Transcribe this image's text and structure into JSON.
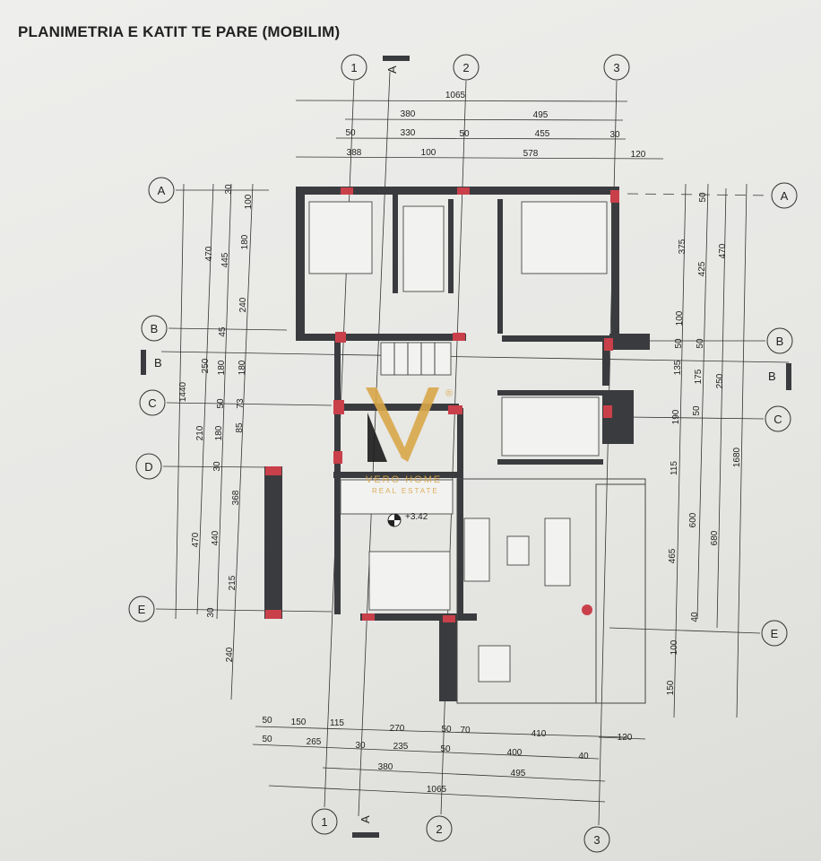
{
  "title": "PLANIMETRIA E KATIT TE PARE (MOBILIM)",
  "axes": {
    "columns": [
      "1",
      "2",
      "3"
    ],
    "rows_left": [
      "A",
      "B",
      "C",
      "D",
      "E"
    ],
    "rows_right": [
      "A",
      "B",
      "C",
      "E"
    ]
  },
  "section_markers": {
    "a": "A",
    "b": "B"
  },
  "elevation": "+3.42",
  "logo": {
    "brand": "VERO HOME",
    "tagline": "REAL ESTATE",
    "mark": "VH",
    "registered": "®",
    "color": "#d9a84a"
  },
  "dimensions": {
    "top": {
      "total": "1065",
      "axes": [
        "380",
        "495"
      ],
      "walls": [
        "50",
        "330",
        "50",
        "455",
        "30"
      ],
      "openings": [
        "388",
        "100",
        "578",
        "120"
      ]
    },
    "bottom": {
      "row1": [
        "50",
        "150",
        "115",
        "270",
        "50",
        "70",
        "410",
        "120"
      ],
      "row2": [
        "50",
        "265",
        "30",
        "235",
        "50",
        "400",
        "40"
      ],
      "axes": [
        "380",
        "495"
      ],
      "total": "1065"
    },
    "left": {
      "total": "1440",
      "axes": [
        "470",
        "250",
        "210",
        "470"
      ],
      "walls": [
        "30",
        "445",
        "45",
        "180",
        "50",
        "180",
        "30",
        "440",
        "30"
      ],
      "openings": [
        "100",
        "180",
        "240",
        "180",
        "73",
        "85",
        "368",
        "215",
        "240"
      ]
    },
    "right": {
      "openings": [
        "375",
        "100",
        "50",
        "135",
        "190",
        "115",
        "465",
        "100",
        "150"
      ],
      "walls": [
        "50",
        "425",
        "50",
        "175",
        "50",
        "600",
        "40"
      ],
      "axes": [
        "470",
        "250",
        "680"
      ],
      "total": "1680"
    }
  },
  "colors": {
    "wall": "#3a3b3e",
    "column": "#c9404a",
    "background": "#e9e9e7"
  }
}
